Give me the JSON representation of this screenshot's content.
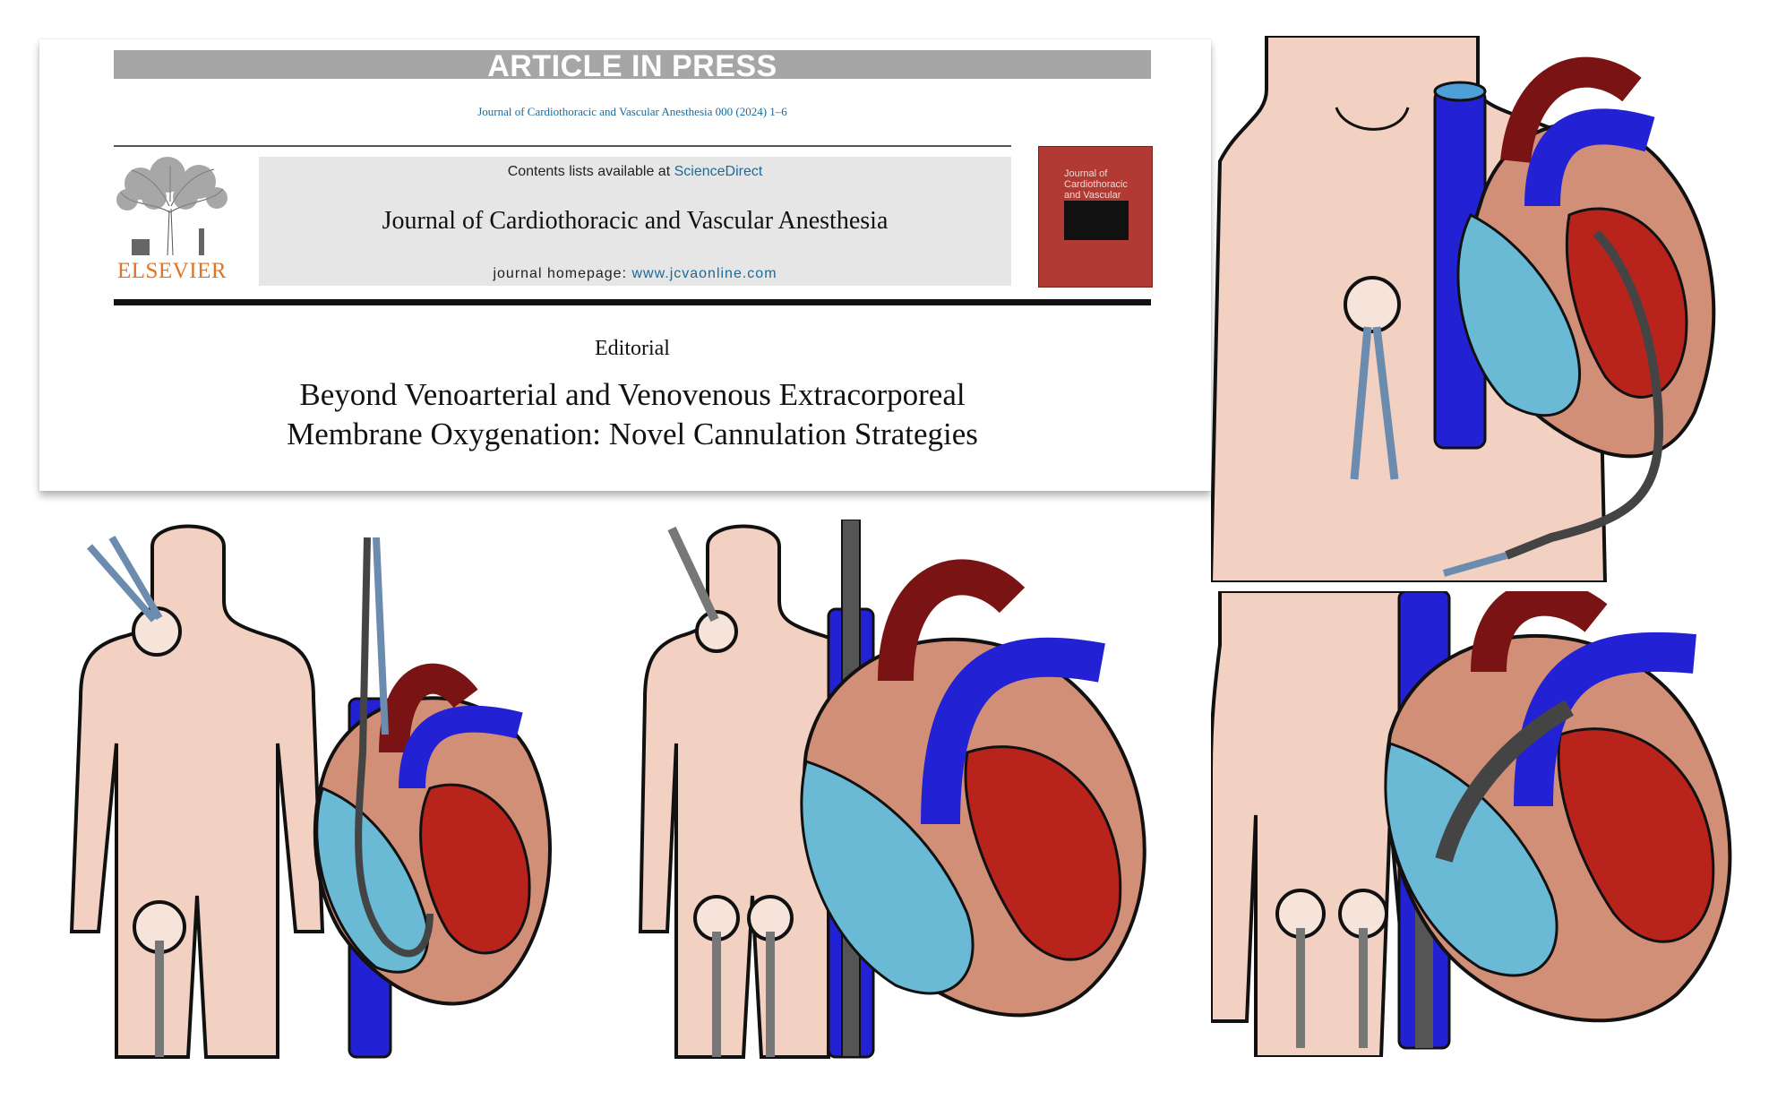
{
  "article": {
    "status_banner": "ARTICLE IN PRESS",
    "citation": "Journal of Cardiothoracic and Vascular Anesthesia 000 (2024) 1–6",
    "publisher_logo_text": "ELSEVIER",
    "contents_prefix": "Contents lists available at",
    "contents_link": "ScienceDirect",
    "journal_name": "Journal of Cardiothoracic and Vascular Anesthesia",
    "homepage_prefix": "journal homepage:",
    "homepage_link": "www.jcvaonline.com",
    "cover_title": "Journal of Cardiothoracic and Vascular Anesthesia",
    "article_type": "Editorial",
    "title_line_1": "Beyond Venoarterial and Venovenous Extracorporeal",
    "title_line_2": "Membrane Oxygenation: Novel Cannulation Strategies"
  },
  "colors": {
    "skin": "#f2d1c3",
    "heart_red": "#b8241c",
    "heart_dark": "#7a1414",
    "vein_blue": "#2222d4",
    "chamber_blue": "#6ab9d5",
    "myocardium": "#d18f78",
    "cannula": "#555555",
    "banner_gray": "#a6a6a6",
    "link_blue": "#1a6a9a",
    "elsevier_orange": "#e37222"
  },
  "illustrations": [
    {
      "name": "illustration-upper-right"
    },
    {
      "name": "illustration-bottom-left"
    },
    {
      "name": "illustration-bottom-middle"
    },
    {
      "name": "illustration-bottom-right"
    }
  ]
}
